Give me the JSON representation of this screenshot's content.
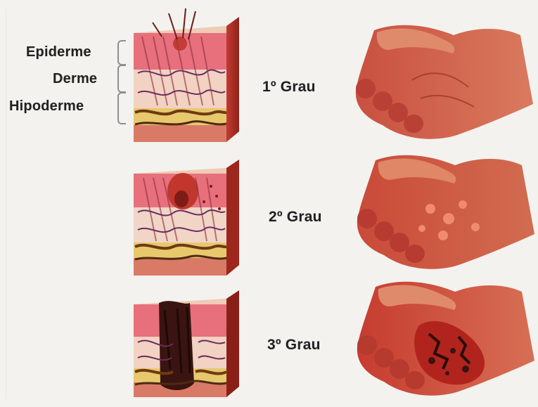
{
  "layers": {
    "epidermis": "Epiderme",
    "dermis": "Derme",
    "hypodermis": "Hipoderme"
  },
  "grades": [
    {
      "label": "1º Grau"
    },
    {
      "label": "2º Grau"
    },
    {
      "label": "3º Grau"
    }
  ],
  "colors": {
    "background": "#f3f2ef",
    "skin_block": "#d94a3c",
    "burn_red": "#c62e22",
    "char": "#3a1410",
    "fat_yellow": "#e9cf72"
  },
  "icons": [
    "skin-block-icon",
    "hand-icon"
  ]
}
